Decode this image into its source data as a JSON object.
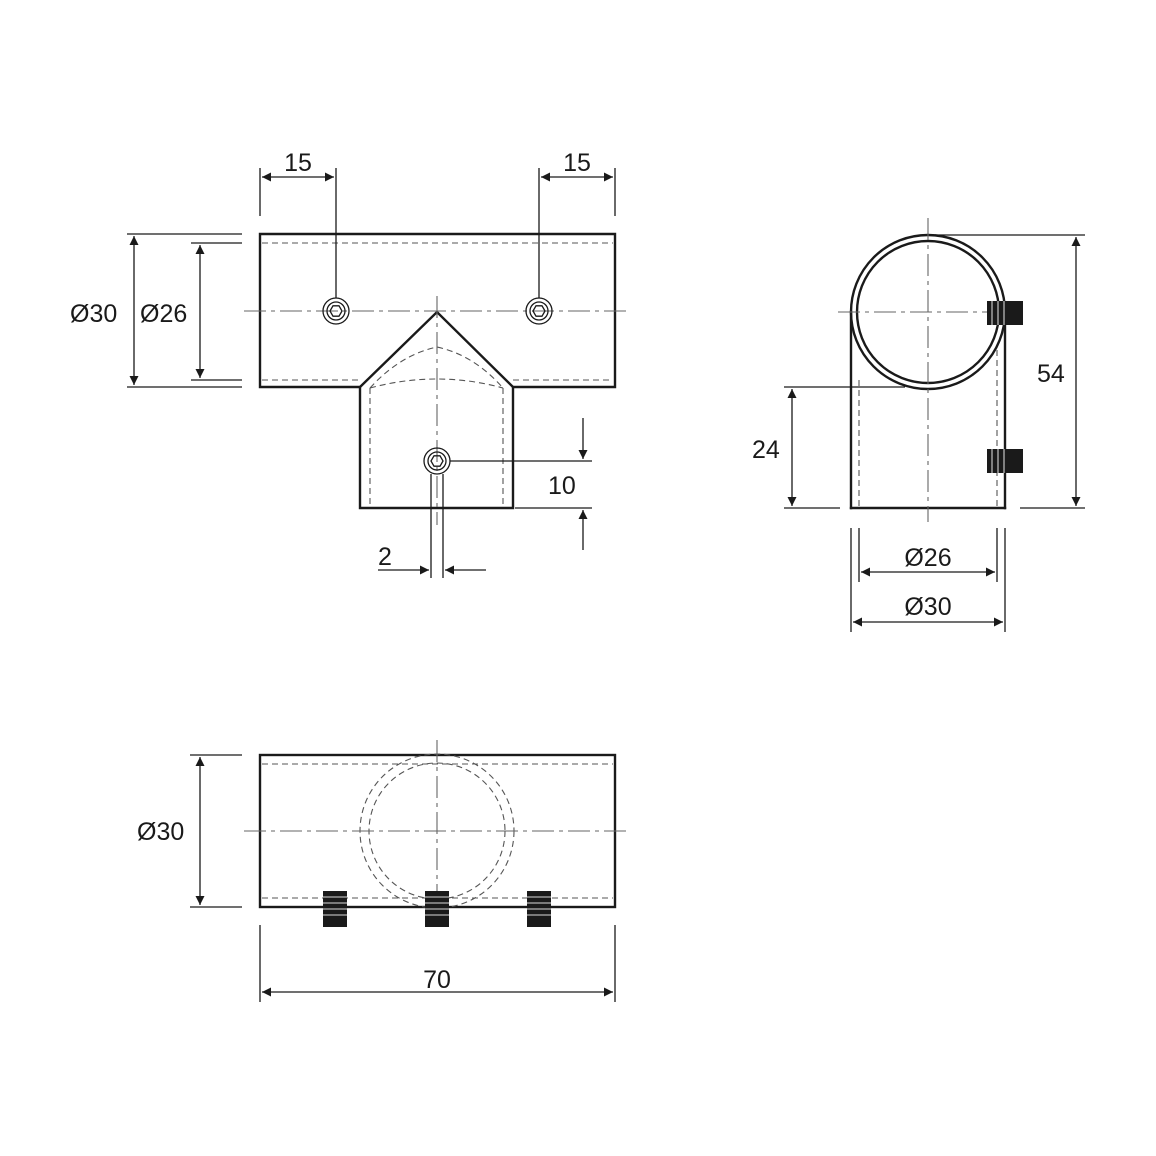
{
  "dimensions": {
    "top_pitch_left": "15",
    "top_pitch_right": "15",
    "outer_diameter_front": "Ø30",
    "inner_diameter_front": "Ø26",
    "screw_offset": "10",
    "screw_width": "2",
    "side_total_height": "54",
    "side_stem_height": "24",
    "side_inner_diameter": "Ø26",
    "side_outer_diameter": "Ø30",
    "bottom_diameter": "Ø30",
    "bottom_length": "70"
  }
}
